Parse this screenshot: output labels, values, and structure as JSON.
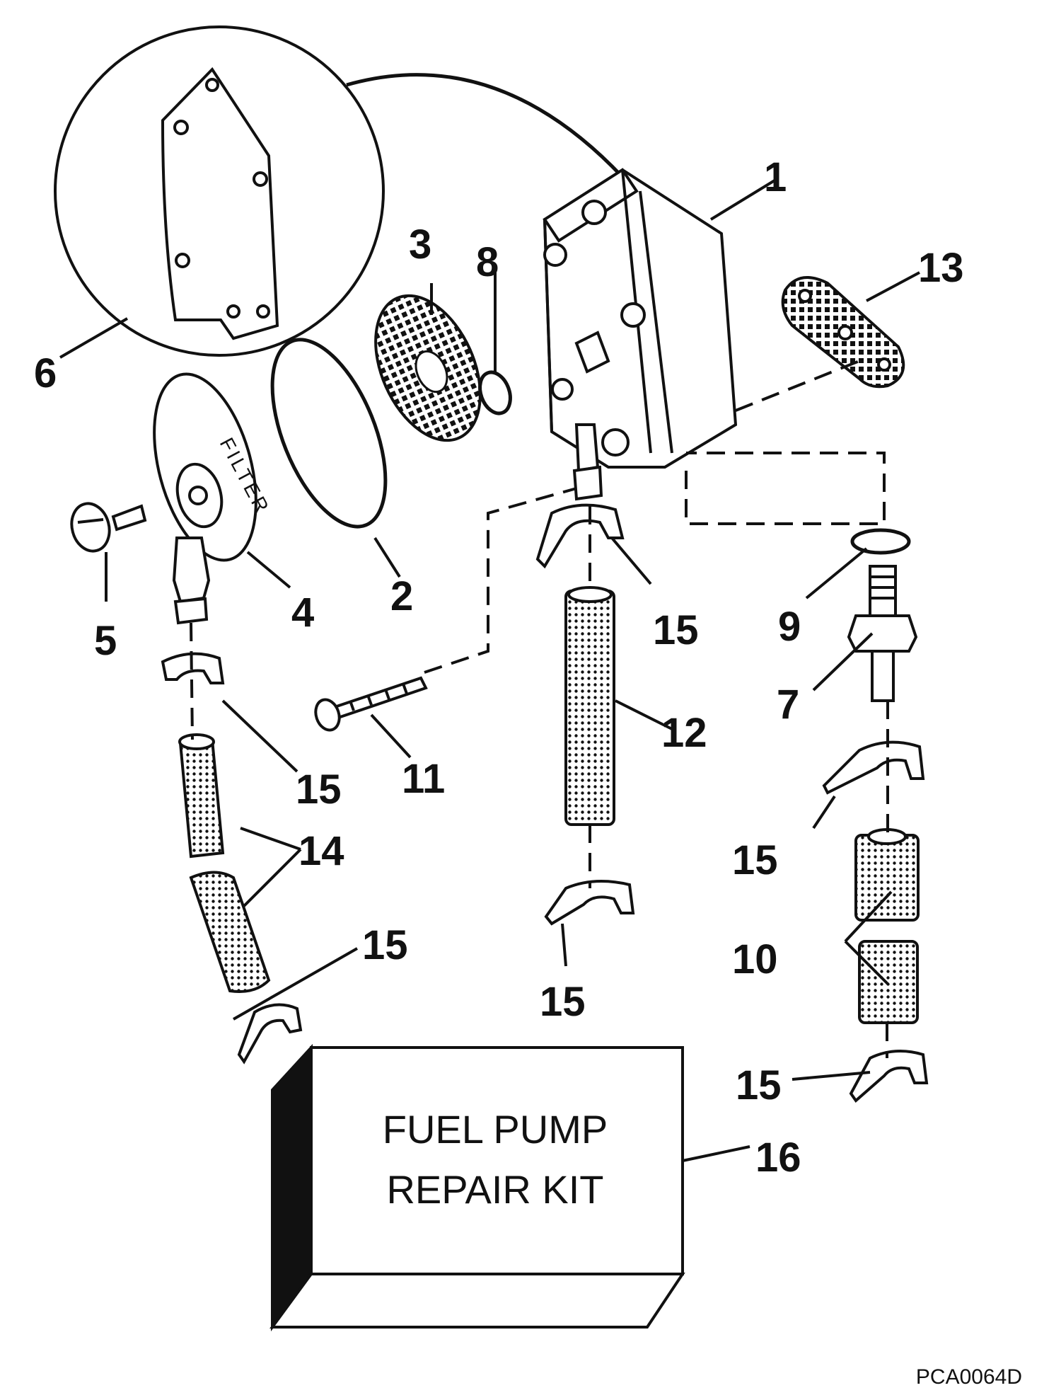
{
  "callouts": {
    "c1": "1",
    "c2": "2",
    "c3": "3",
    "c4": "4",
    "c5": "5",
    "c6": "6",
    "c7": "7",
    "c8": "8",
    "c9": "9",
    "c10": "10",
    "c11": "11",
    "c12": "12",
    "c13": "13",
    "c14": "14",
    "c15": "15",
    "c16": "16"
  },
  "filter_lettering": "FILTER",
  "repair_kit": {
    "line1": "FUEL PUMP",
    "line2": "REPAIR KIT"
  },
  "drawing_code": "PCA0064D",
  "colors": {
    "ink": "#111111",
    "paper": "#ffffff"
  }
}
